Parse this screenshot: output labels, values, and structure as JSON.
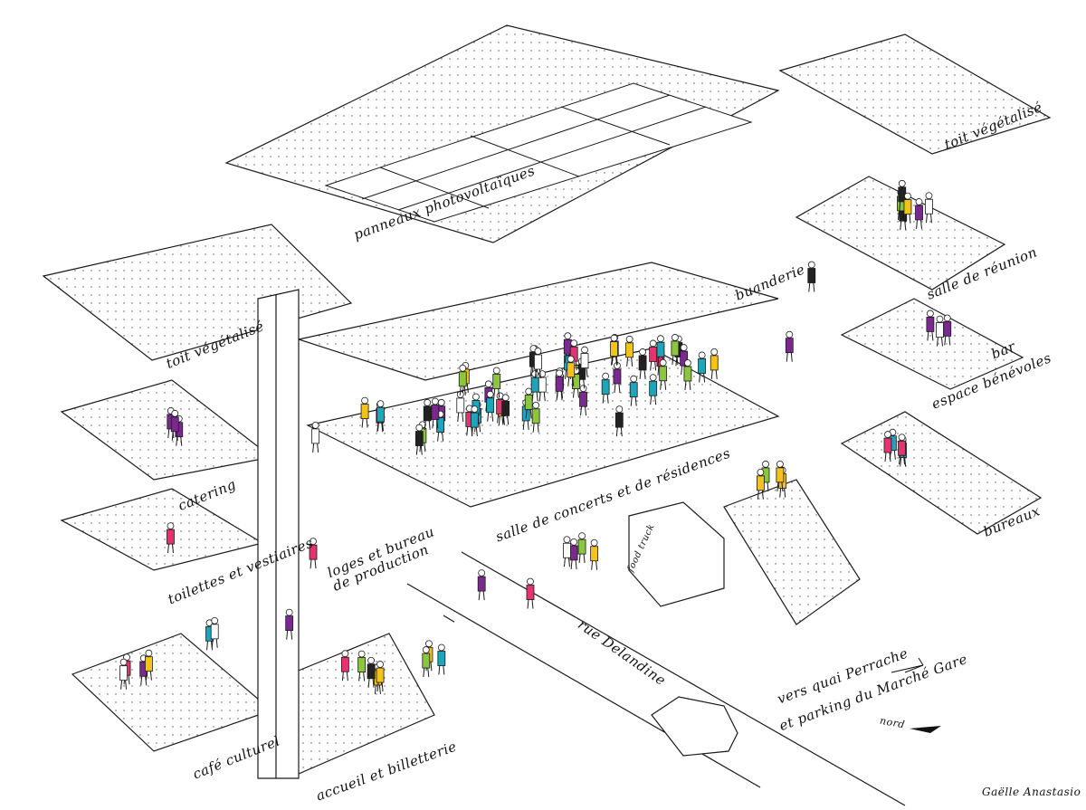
{
  "labels": {
    "solar": "panneaux photovoltaïques",
    "green_roof_right": "toit végétalisé",
    "green_roof_left": "toit végétalisé",
    "meeting_room": "salle de réunion",
    "laundry": "buanderie",
    "bar": "bar",
    "volunteers": "espace bénévoles",
    "offices": "bureaux",
    "catering": "catering",
    "toilets": "toilettes et vestiaires",
    "backstage": "loges et bureau de production",
    "concert_hall": "salle de concerts et de résidences",
    "food_truck": "food truck",
    "street": "rue Delandine",
    "directions_line1": "vers quai Perrache",
    "directions_line2": "et parking du Marché Gare",
    "north": "nord",
    "cafe": "café culturel",
    "reception": "accueil et billetterie"
  },
  "signature": "Gaëlle Anastasio",
  "colors": {
    "magenta": "#e4336e",
    "teal": "#1ea5b9",
    "yellow": "#f3c21b",
    "purple": "#7a2a8f",
    "green": "#8cc63f",
    "line": "#1a1a1a"
  }
}
